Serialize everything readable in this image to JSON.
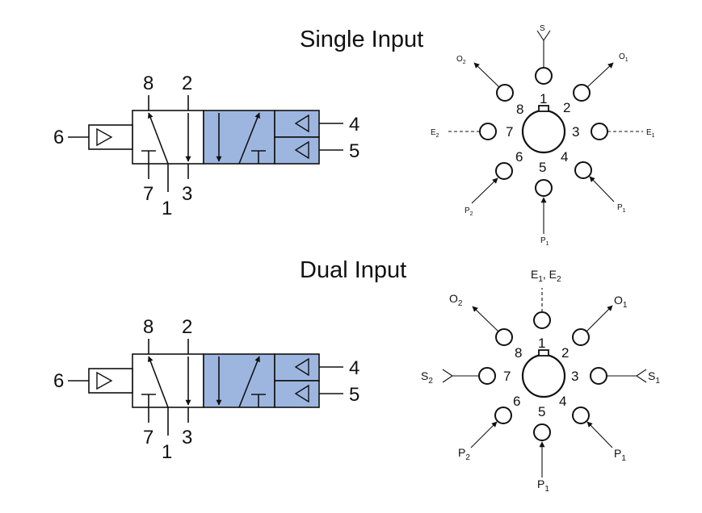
{
  "titles": {
    "single": "Single Input",
    "dual": "Dual Input"
  },
  "colors": {
    "valve_fill": "#9db6e0",
    "line": "#111111"
  },
  "valve_labels": {
    "n1": "1",
    "n2": "2",
    "n3": "3",
    "n4": "4",
    "n5": "5",
    "n6": "6",
    "n7": "7",
    "n8": "8"
  },
  "port_numbers": [
    "1",
    "2",
    "3",
    "4",
    "5",
    "6",
    "7",
    "8"
  ],
  "single_external": {
    "S": "S",
    "O1": {
      "main": "O",
      "sub": "1"
    },
    "O2": {
      "main": "O",
      "sub": "2"
    },
    "E1": {
      "main": "E",
      "sub": "1"
    },
    "E2": {
      "main": "E",
      "sub": "2"
    },
    "P1_right": {
      "main": "P",
      "sub": "1"
    },
    "P1_bottom": {
      "main": "P",
      "sub": "1"
    },
    "P2": {
      "main": "P",
      "sub": "2"
    }
  },
  "dual_external": {
    "E_top": {
      "e": "E",
      "sub1": "1",
      "sep": ", E",
      "sub2": "2"
    },
    "O1": {
      "main": "O",
      "sub": "1"
    },
    "O2": {
      "main": "O",
      "sub": "2"
    },
    "S1": {
      "main": "S",
      "sub": "1"
    },
    "S2": {
      "main": "S",
      "sub": "2"
    },
    "P1_right": {
      "main": "P",
      "sub": "1"
    },
    "P1_bottom": {
      "main": "P",
      "sub": "1"
    },
    "P2": {
      "main": "P",
      "sub": "2"
    }
  }
}
